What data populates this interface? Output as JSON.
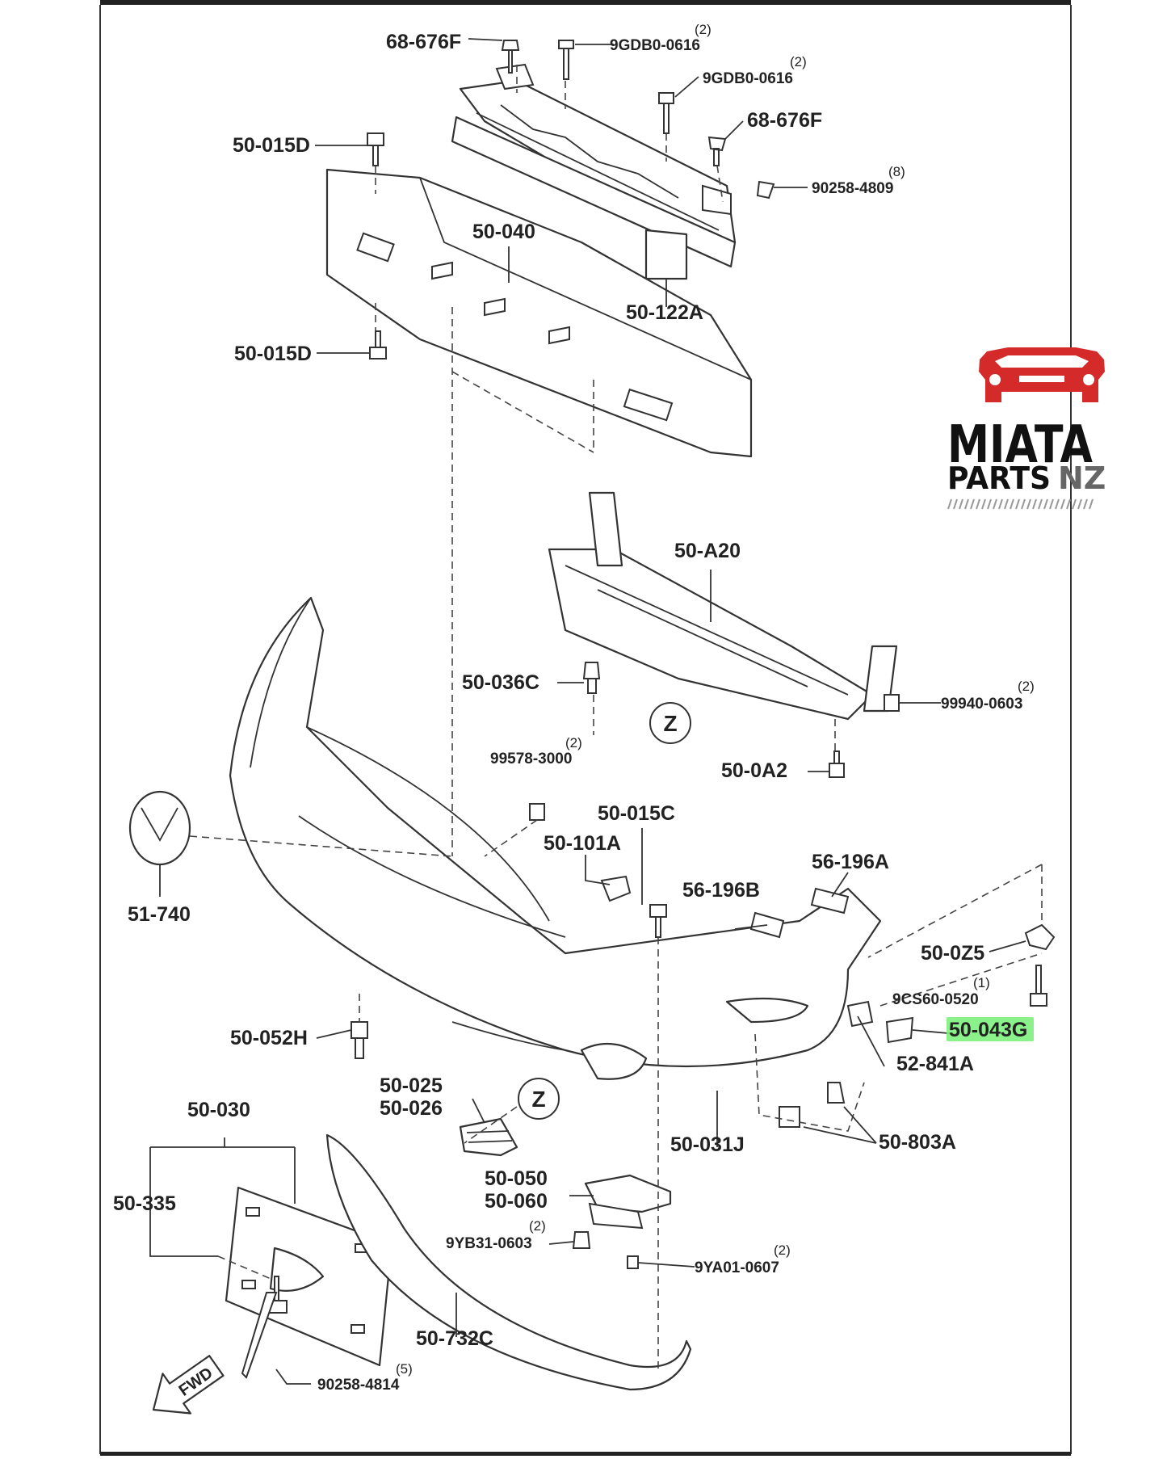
{
  "diagram": {
    "labels": [
      {
        "id": "l-68-676f-a",
        "text": "68-676F"
      },
      {
        "id": "l-9gdb0-a",
        "text": "9GDB0-0616",
        "qty": "(2)"
      },
      {
        "id": "l-9gdb0-b",
        "text": "9GDB0-0616",
        "qty": "(2)"
      },
      {
        "id": "l-68-676f-b",
        "text": "68-676F"
      },
      {
        "id": "l-90258-4809",
        "text": "90258-4809",
        "qty": "(8)"
      },
      {
        "id": "l-50-015d-a",
        "text": "50-015D"
      },
      {
        "id": "l-50-040",
        "text": "50-040"
      },
      {
        "id": "l-50-122a",
        "text": "50-122A"
      },
      {
        "id": "l-50-015d-b",
        "text": "50-015D"
      },
      {
        "id": "l-50-a20",
        "text": "50-A20"
      },
      {
        "id": "l-50-036c",
        "text": "50-036C"
      },
      {
        "id": "l-99940-0603",
        "text": "99940-0603",
        "qty": "(2)"
      },
      {
        "id": "l-99578-3000",
        "text": "99578-3000",
        "qty": "(2)"
      },
      {
        "id": "l-50-0a2",
        "text": "50-0A2"
      },
      {
        "id": "l-51-740",
        "text": "51-740"
      },
      {
        "id": "l-50-015c",
        "text": "50-015C"
      },
      {
        "id": "l-50-101a",
        "text": "50-101A"
      },
      {
        "id": "l-56-196a",
        "text": "56-196A"
      },
      {
        "id": "l-56-196b",
        "text": "56-196B"
      },
      {
        "id": "l-50-0z5",
        "text": "50-0Z5"
      },
      {
        "id": "l-9cs60-0520",
        "text": "9CS60-0520",
        "qty": "(1)"
      },
      {
        "id": "l-50-043g",
        "text": "50-043G",
        "highlight": true
      },
      {
        "id": "l-50-052h",
        "text": "50-052H"
      },
      {
        "id": "l-52-841a",
        "text": "52-841A"
      },
      {
        "id": "l-50-025",
        "text": "50-025"
      },
      {
        "id": "l-50-026",
        "text": "50-026"
      },
      {
        "id": "l-50-030",
        "text": "50-030"
      },
      {
        "id": "l-50-031j",
        "text": "50-031J"
      },
      {
        "id": "l-50-803a",
        "text": "50-803A"
      },
      {
        "id": "l-50-335",
        "text": "50-335"
      },
      {
        "id": "l-50-050",
        "text": "50-050"
      },
      {
        "id": "l-50-060",
        "text": "50-060"
      },
      {
        "id": "l-9yb31-0603",
        "text": "9YB31-0603",
        "qty": "(2)"
      },
      {
        "id": "l-9ya01-0607",
        "text": "9YA01-0607",
        "qty": "(2)"
      },
      {
        "id": "l-50-732c",
        "text": "50-732C"
      },
      {
        "id": "l-90258-4814",
        "text": "90258-4814",
        "qty": "(5)"
      }
    ],
    "callout_z": "Z",
    "fwd_arrow": "FWD"
  },
  "logo": {
    "line1": "MIATA",
    "line2a": "PARTS",
    "line2b": "NZ",
    "icon": "car-front-icon",
    "brand_color": "#d42a2a"
  },
  "colors": {
    "highlight": "#7ef07e",
    "ink": "#222222"
  }
}
